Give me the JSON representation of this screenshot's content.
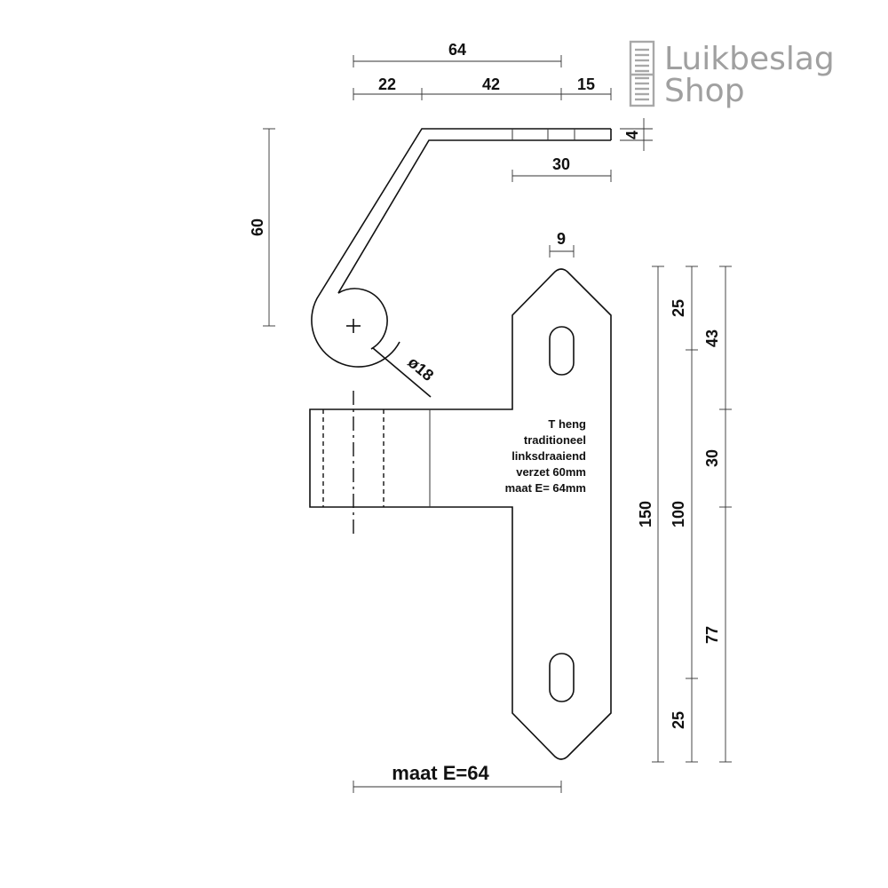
{
  "logo": {
    "line1": "Luikbeslag",
    "line2": "Shop",
    "color": "#a0a0a0"
  },
  "dimensions": {
    "top_overall": "64",
    "top_left": "22",
    "top_mid": "42",
    "top_right": "15",
    "thickness": "4",
    "flat_end": "30",
    "offset": "60",
    "bore_symbol": "ø18",
    "slot_width": "9",
    "total_length": "150",
    "hole_spacing": "100",
    "end_top": "25",
    "end_bottom": "25",
    "seg_43": "43",
    "seg_30": "30",
    "seg_77": "77"
  },
  "note_lines": [
    "T heng",
    "traditioneel",
    "linksdraaiend",
    "verzet 60mm",
    "maat E= 64mm"
  ],
  "footer_label": "maat E=64"
}
